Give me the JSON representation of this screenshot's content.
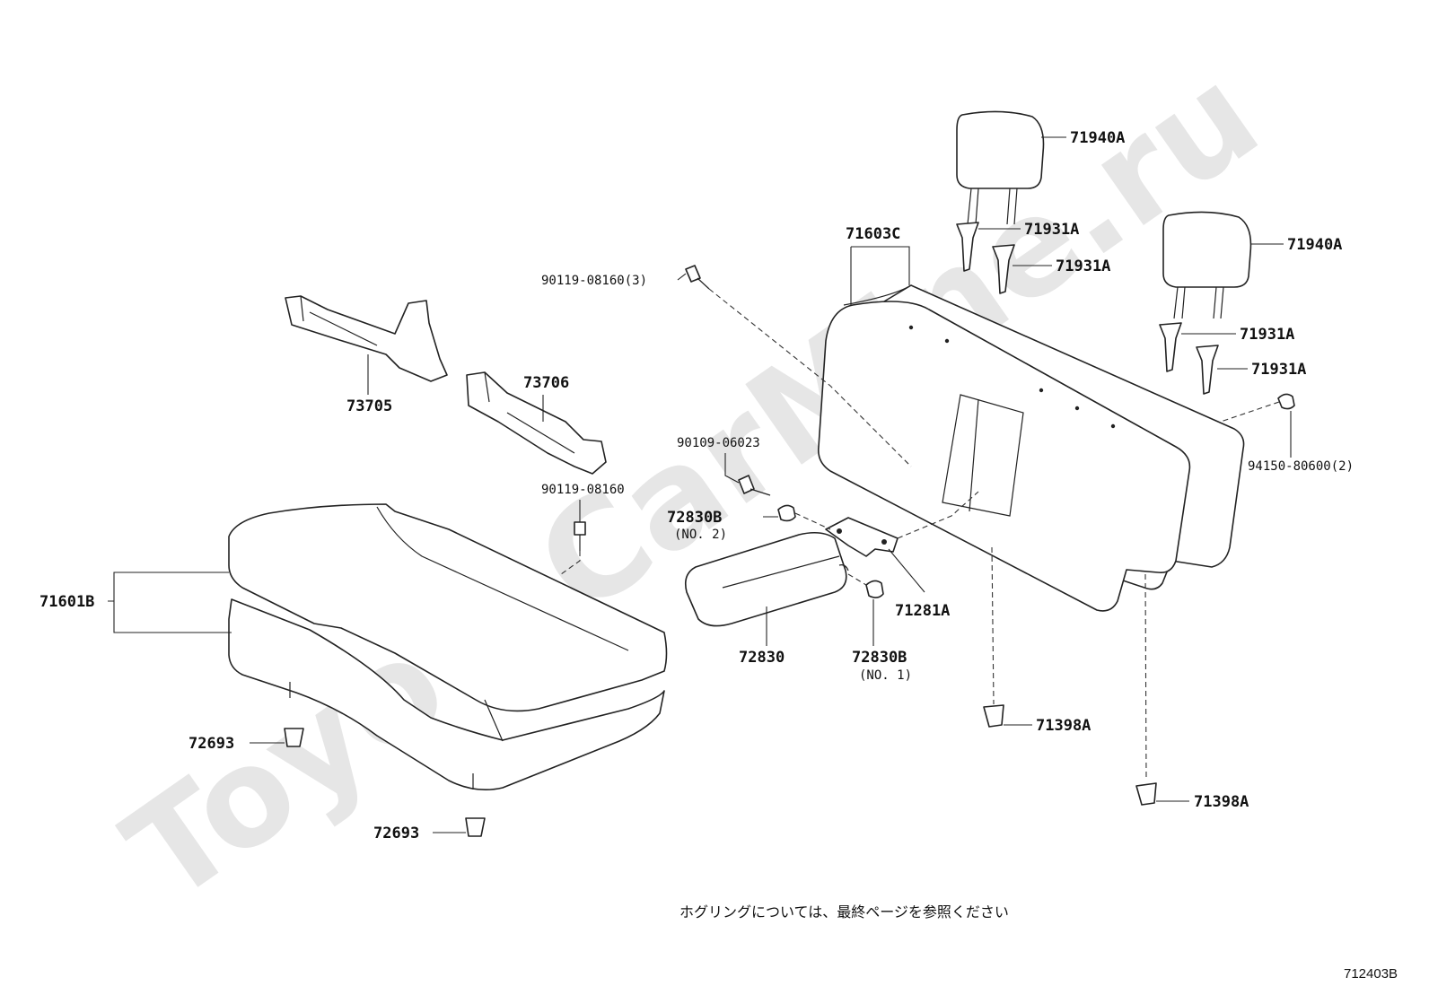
{
  "watermark": "ToyotaCarMine.ru",
  "labels": {
    "p71940A_upper": "71940A",
    "p71940A_lower": "71940A",
    "p71931A_1": "71931A",
    "p71931A_2": "71931A",
    "p71931A_3": "71931A",
    "p71931A_4": "71931A",
    "p71603C": "71603C",
    "p90119_08160_3": "90119-08160(3)",
    "p73705": "73705",
    "p73706": "73706",
    "p90109_06023": "90109-06023",
    "p90119_08160": "90119-08160",
    "p72830B_no2": "72830B",
    "p72830B_no2_sub": "(NO. 2)",
    "p94150_80600": "94150-80600(2)",
    "p71601B": "71601B",
    "p71281A": "71281A",
    "p72830": "72830",
    "p72830B_no1": "72830B",
    "p72830B_no1_sub": "(NO. 1)",
    "p71398A_1": "71398A",
    "p71398A_2": "71398A",
    "p72693_1": "72693",
    "p72693_2": "72693"
  },
  "footnote": "ホグリングについては、最終ページを参照ください",
  "diagram_code": "712403B"
}
